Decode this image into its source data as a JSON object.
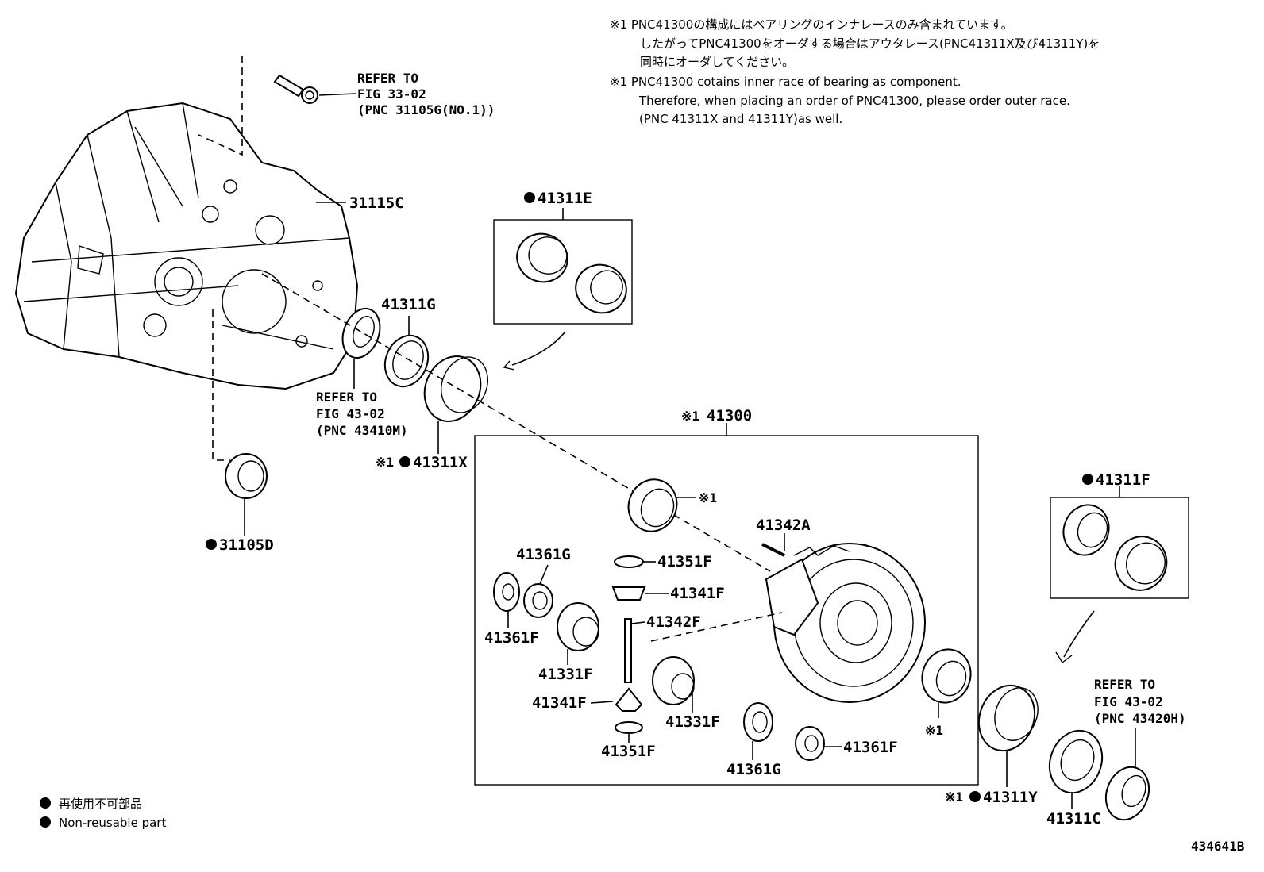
{
  "notes": {
    "jp_line1": "※1  PNC41300の構成にはベアリングのインナレースのみ含まれています。",
    "jp_line2": "したがってPNC41300をオーダする場合はアウタレース(PNC41311X及び41311Y)を",
    "jp_line3": "同時にオーダしてください。",
    "en_line1": "※1 PNC41300 cotains inner race of bearing as component.",
    "en_line2": "Therefore, when placing an order of PNC41300, please order outer race.",
    "en_line3": "(PNC 41311X and 41311Y)as well."
  },
  "refs": {
    "bolt_ref": [
      "REFER TO",
      "FIG 33-02",
      "(PNC 31105G(NO.1))"
    ],
    "seal_ref": [
      "REFER TO",
      "FIG 43-02",
      "(PNC 43410M)"
    ],
    "right_ref": [
      "REFER TO",
      "FIG 43-02",
      "(PNC 43420H)"
    ]
  },
  "labels": {
    "p31115C": "31115C",
    "p41311E": "41311E",
    "p41311G": "41311G",
    "p41311X": "41311X",
    "p31105D": "31105D",
    "p41300": "41300",
    "p41311F": "41311F",
    "p41342A": "41342A",
    "p41361G_top": "41361G",
    "p41351F_top": "41351F",
    "p41341F_top": "41341F",
    "p41342F": "41342F",
    "p41361F_left": "41361F",
    "p41331F_left": "41331F",
    "p41341F_bot": "41341F",
    "p41331F_right": "41331F",
    "p41351F_bot": "41351F",
    "p41361G_bot": "41361G",
    "p41361F_right": "41361F",
    "p41311Y": "41311Y",
    "p41311C": "41311C",
    "mark1_a": "※1",
    "mark1_b": "※1",
    "mark1_c": "※1",
    "mark1_d": "※1",
    "mark1_e": "※1",
    "mark1_f": "※1"
  },
  "legend": {
    "jp": "再使用不可部品",
    "en": "Non-reusable part"
  },
  "figure_id": "434641B"
}
